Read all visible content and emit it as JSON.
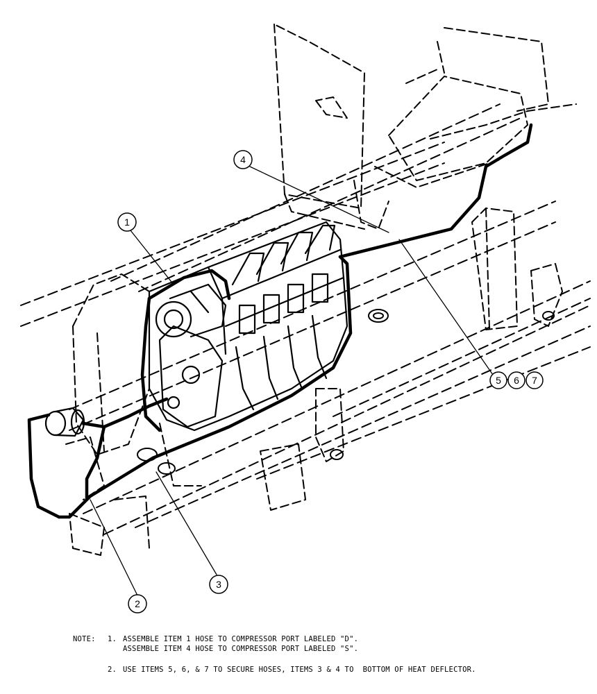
{
  "callouts": {
    "item1": "1",
    "item2": "2",
    "item3": "3",
    "item4": "4",
    "item5": "5",
    "item6": "6",
    "item7": "7"
  },
  "notes": {
    "label": "NOTE:",
    "note1_number": "1.",
    "note1_line1": "ASSEMBLE ITEM 1 HOSE TO COMPRESSOR PORT LABELED \"D\".",
    "note1_line2": "ASSEMBLE ITEM 4 HOSE TO COMPRESSOR PORT LABELED \"S\".",
    "note2_number": "2.",
    "note2_text": "USE ITEMS 5, 6, & 7 TO SECURE HOSES, ITEMS 3 & 4 TO  BOTTOM OF HEAT DEFLECTOR."
  }
}
